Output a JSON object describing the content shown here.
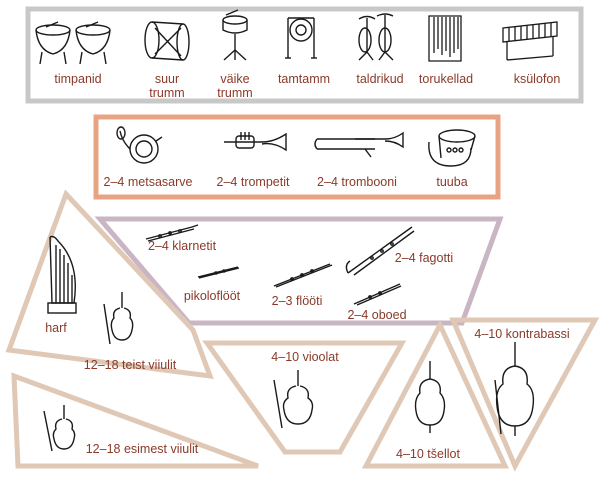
{
  "colors": {
    "label": "#8a3a2a",
    "percussion_frame": "#c8c8c8",
    "brass_frame": "#e8a383",
    "woodwind_frame": "#c9b5c3",
    "string_frame": "#dfc8b6",
    "ink": "#1a1a1a"
  },
  "percussion": {
    "timpani": "timpanid",
    "bass_drum_1": "suur",
    "bass_drum_2": "trumm",
    "snare_1": "väike",
    "snare_2": "trumm",
    "tamtam": "tamtamm",
    "cymbals": "taldrikud",
    "tubular_bells": "torukellad",
    "xylophone": "ksülofon"
  },
  "brass": {
    "horns": "2–4 metsasarve",
    "trumpets": "2–4 trompetit",
    "trombones": "2–4 trombooni",
    "tuba": "tuuba"
  },
  "woodwinds": {
    "clarinets": "2–4 klarnetit",
    "bassoons": "2–4 fagotti",
    "piccolo": "pikoloflööt",
    "flutes": "2–3 flööti",
    "oboes": "2–4 oboed"
  },
  "strings": {
    "harp": "harf",
    "second_violins": "12–18 teist viiulit",
    "first_violins": "12–18 esimest viiulit",
    "violas": "4–10 vioolat",
    "cellos": "4–10 tšellot",
    "double_basses": "4–10 kontrabassi"
  }
}
